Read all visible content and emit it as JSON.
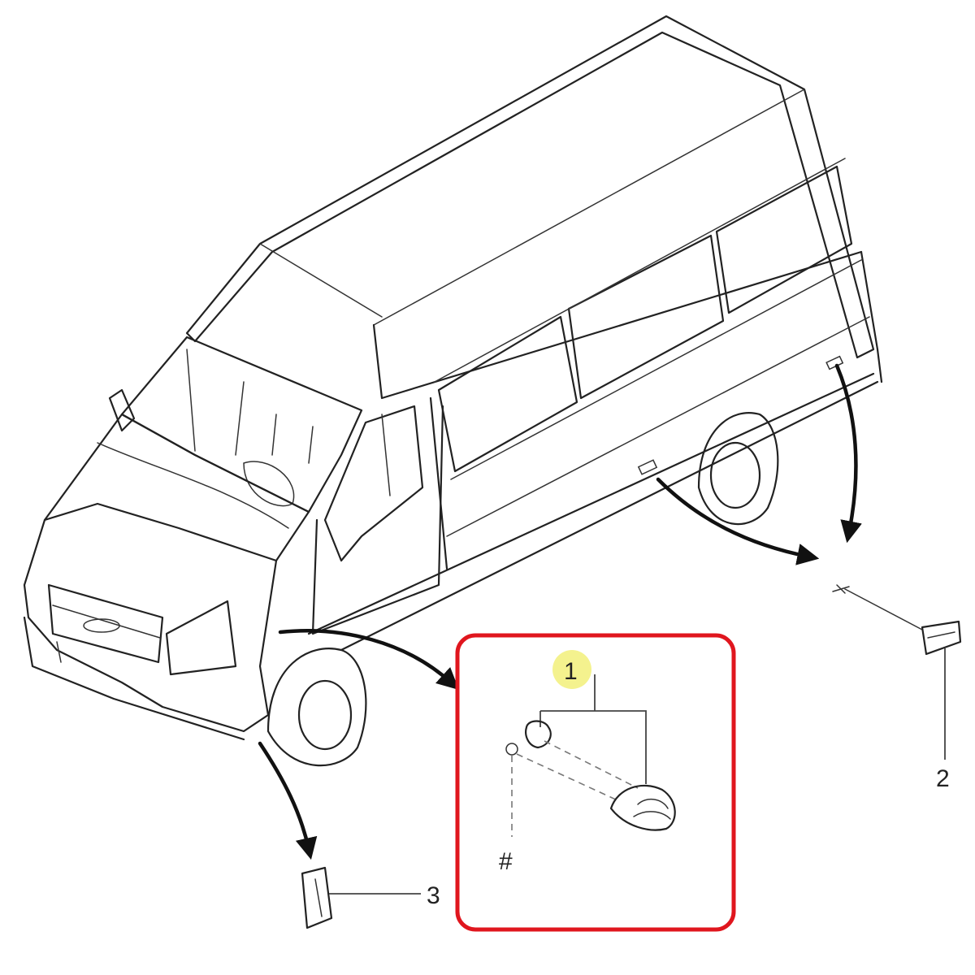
{
  "callouts": {
    "part1": "1",
    "part2": "2",
    "part3": "3",
    "hash": "#"
  },
  "colors": {
    "highlight_box": "#e0161e",
    "callout_highlight": "#f2f07a",
    "line": "#222222"
  },
  "icons": {
    "main": "van-line-drawing",
    "arrows": "pointer-arrow"
  }
}
